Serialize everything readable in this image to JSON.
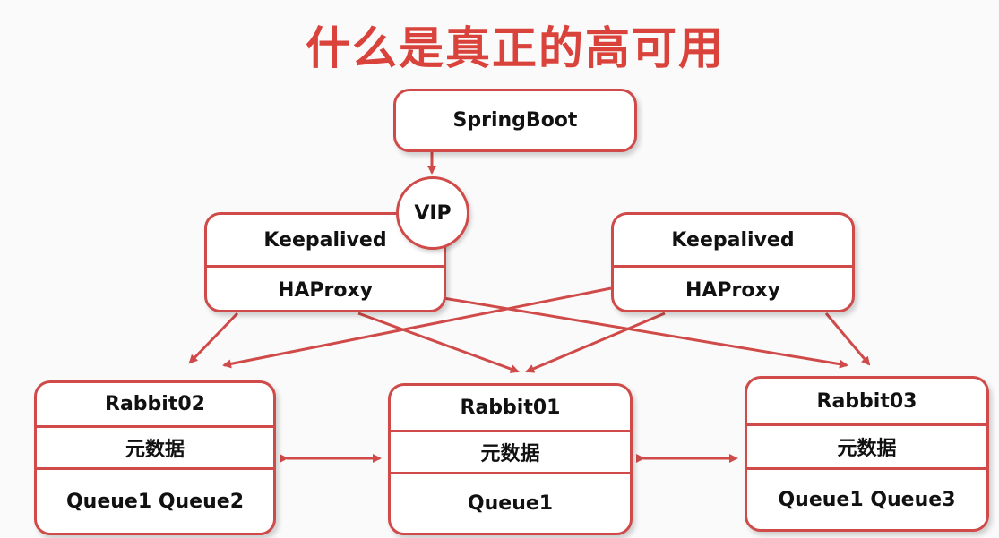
{
  "title": "什么是真正的高可用",
  "springboot": "SpringBoot",
  "vip": "VIP",
  "keepalived_left": {
    "top": "Keepalived",
    "bottom": "HAProxy"
  },
  "keepalived_right": {
    "top": "Keepalived",
    "bottom": "HAProxy"
  },
  "rabbit02": {
    "name": "Rabbit02",
    "meta": "元数据",
    "queues": "Queue1 Queue2"
  },
  "rabbit01": {
    "name": "Rabbit01",
    "meta": "元数据",
    "queues": "Queue1"
  },
  "rabbit03": {
    "name": "Rabbit03",
    "meta": "元数据",
    "queues": "Queue1 Queue3"
  },
  "colors": {
    "accent": "#cf4a48",
    "title": "#d9433b"
  }
}
